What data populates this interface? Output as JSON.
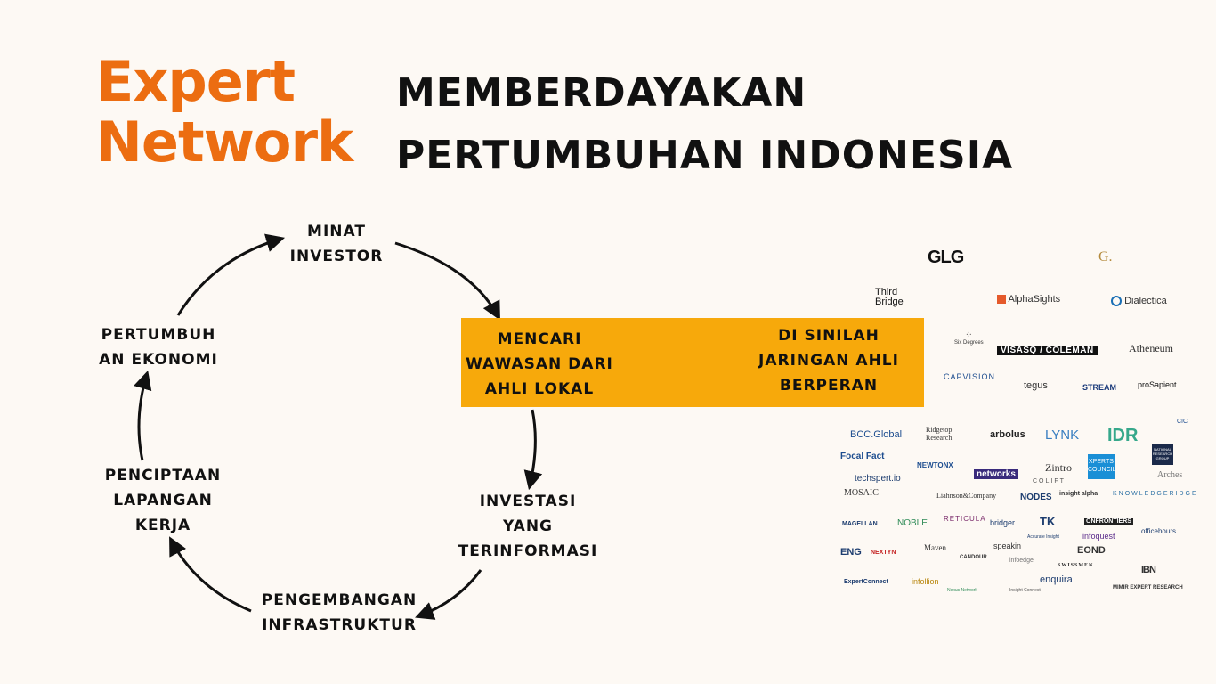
{
  "brand": {
    "line1": "Expert",
    "line2": "Network"
  },
  "headline": {
    "line1": "MEMBERDAYAKAN",
    "line2": "PERTUMBUHAN INDONESIA"
  },
  "cycle": {
    "minat": [
      "MINAT",
      "INVESTOR"
    ],
    "investasi": [
      "INVESTASI",
      "YANG",
      "TERINFORMASI"
    ],
    "pengembangan": [
      "PENGEMBANGAN",
      "INFRASTRUKTUR"
    ],
    "penciptaan": [
      "PENCIPTAAN",
      "LAPANGAN",
      "KERJA"
    ],
    "pertumbuhan": [
      "PERTUMBUH",
      "AN EKONOMI"
    ]
  },
  "highlight": {
    "left": [
      "MENCARI",
      "WAWASAN DARI",
      "AHLI LOKAL"
    ],
    "right": [
      "DI SINILAH",
      "JARINGAN AHLI",
      "BERPERAN"
    ]
  },
  "colors": {
    "brand_orange": "#ec6d11",
    "highlight_box": "#f7a90b",
    "background": "#fdf9f4"
  },
  "logos": {
    "glg": "GLG",
    "guidepoint": "G.",
    "third_bridge_1": "Third",
    "third_bridge_2": "Bridge",
    "alphasights": "AlphaSights",
    "dialectica": "Dialectica",
    "six_degrees": "Six Degrees",
    "visasq": "VISASQ / COLEMAN",
    "atheneum": "Atheneum",
    "capvision": "CAPVISION",
    "tegus": "tegus",
    "stream": "STREAM",
    "prosapient": "proSapient",
    "bcc": "BCC.Global",
    "ridgetop": "Ridgetop Research",
    "arbolus": "arbolus",
    "lynk": "LYNK",
    "idr": "IDR",
    "cic": "CIC",
    "focal_fact": "Focal Fact",
    "newtonx": "NEWTONX",
    "networks": "networks",
    "zintro": "Zintro",
    "colift": "COLIFT",
    "xperts": "XPERTS COUNCIL",
    "nrg": "NATIONAL RESEARCH GROUP",
    "arches": "Arches",
    "techspert": "techspert.io",
    "mosaic": "MOSAIC",
    "liahnson": "Liahnson&Company",
    "nodes": "NODES",
    "insightalpha": "insight alpha",
    "knowledge_ridge": "KNOWLEDGERIDGE",
    "magellan": "MAGELLAN",
    "noble": "NOBLE",
    "reticula": "RETICULA",
    "bridger": "bridger",
    "tk": "TK",
    "onfrontiers": "ONFRONTIERS",
    "infoquest": "infoquest",
    "officehours": "officehours",
    "accurate": "Accurate Insight",
    "eng": "ENG",
    "nextyn": "NEXTYN",
    "maven": "Maven",
    "speakin": "speakin",
    "eond": "EOND",
    "candour": "CANDOUR",
    "infoedge": "infoedge",
    "swissmen": "SWISSMEN",
    "expertconnect": "ExpertConnect",
    "infollion": "infollion",
    "nexus": "Nexus Network",
    "insight_connect": "Insight Connect",
    "enquira": "enquira",
    "mimir": "MIMIR EXPERT RESEARCH",
    "ibn": "IBN"
  }
}
